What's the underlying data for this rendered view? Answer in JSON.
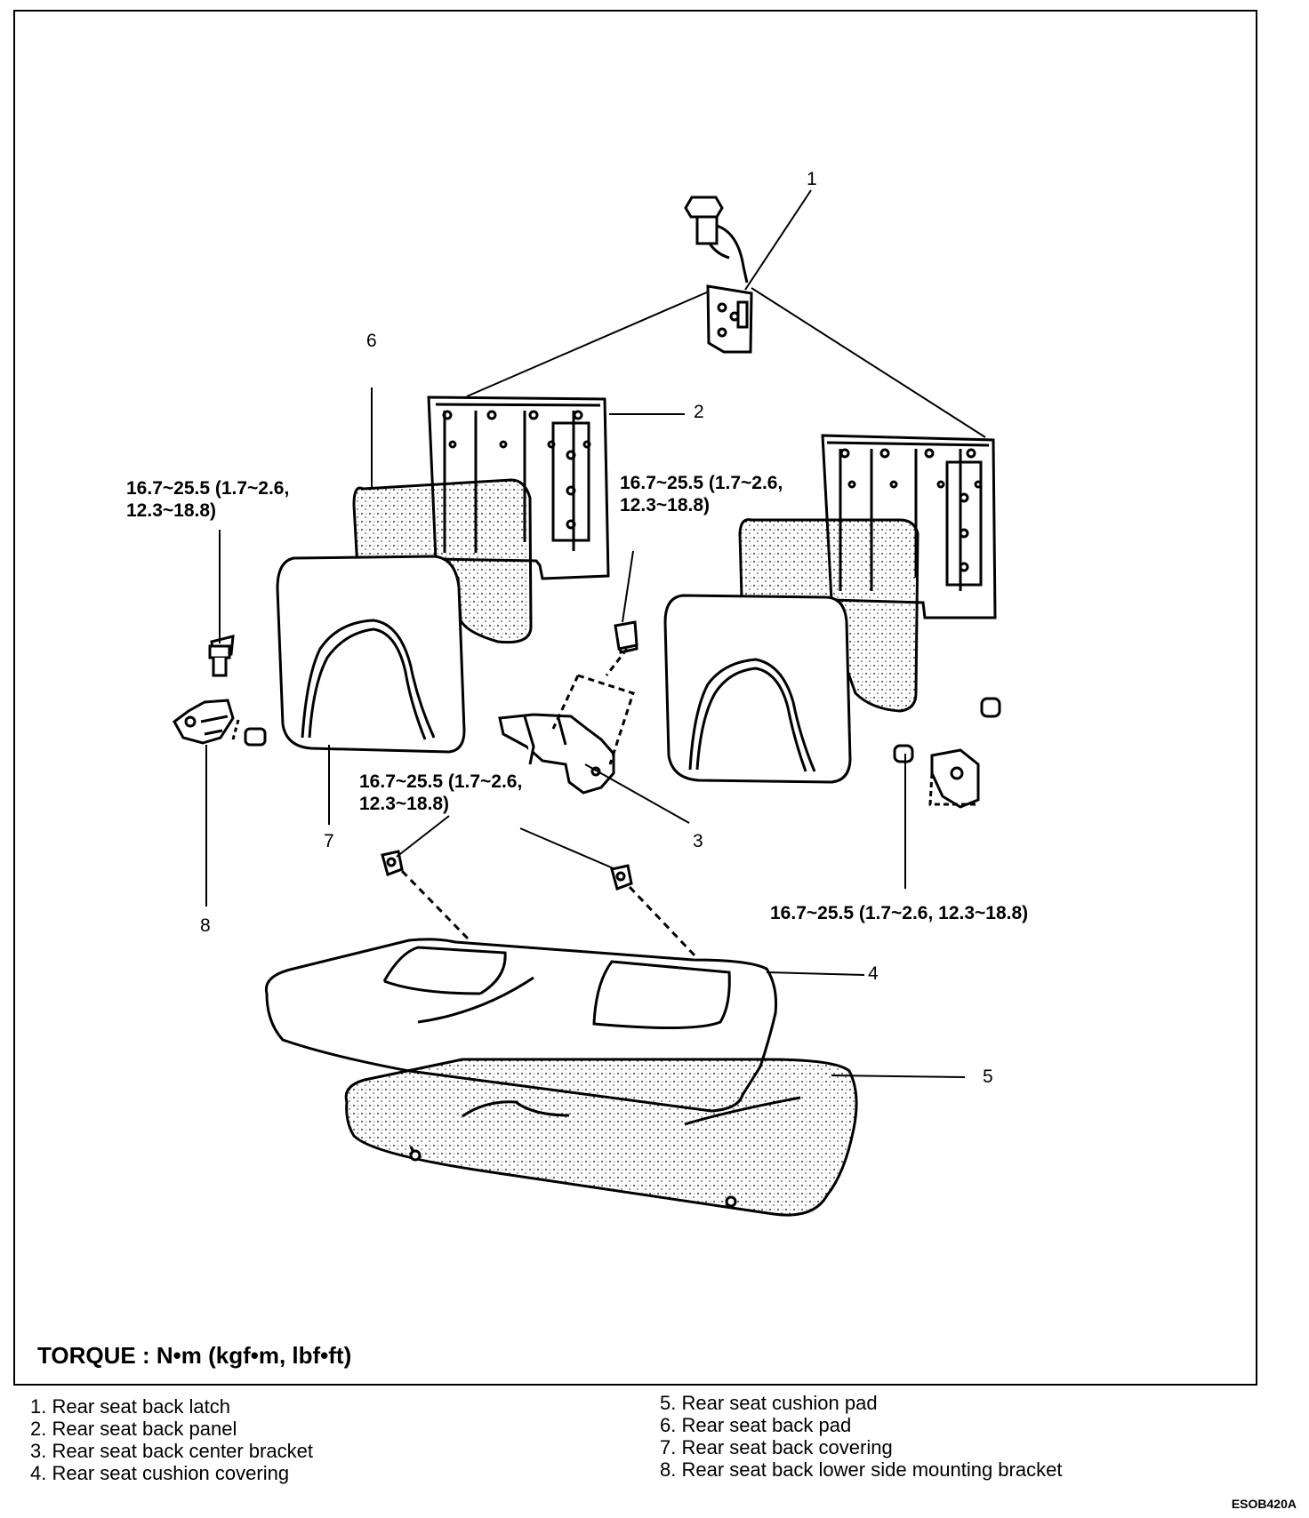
{
  "callouts": [
    "1",
    "2",
    "3",
    "4",
    "5",
    "6",
    "7",
    "8"
  ],
  "torque_values": {
    "left_line1": "16.7~25.5 (1.7~2.6,",
    "left_line2": "12.3~18.8)",
    "center_top_line1": "16.7~25.5 (1.7~2.6,",
    "center_top_line2": "12.3~18.8)",
    "center_low_line1": "16.7~25.5 (1.7~2.6,",
    "center_low_line2": "12.3~18.8)",
    "right": "16.7~25.5 (1.7~2.6, 12.3~18.8)"
  },
  "torque_legend": "TORQUE : N•m (kgf•m, lbf•ft)",
  "parts_left": [
    "1. Rear seat back latch",
    "2. Rear seat back panel",
    "3. Rear seat back center bracket",
    "4. Rear seat cushion covering"
  ],
  "parts_right": [
    "5. Rear seat cushion pad",
    "6. Rear seat back pad",
    "7. Rear seat back covering",
    "8. Rear seat back lower side mounting bracket"
  ],
  "figure_code": "ESOB420A"
}
